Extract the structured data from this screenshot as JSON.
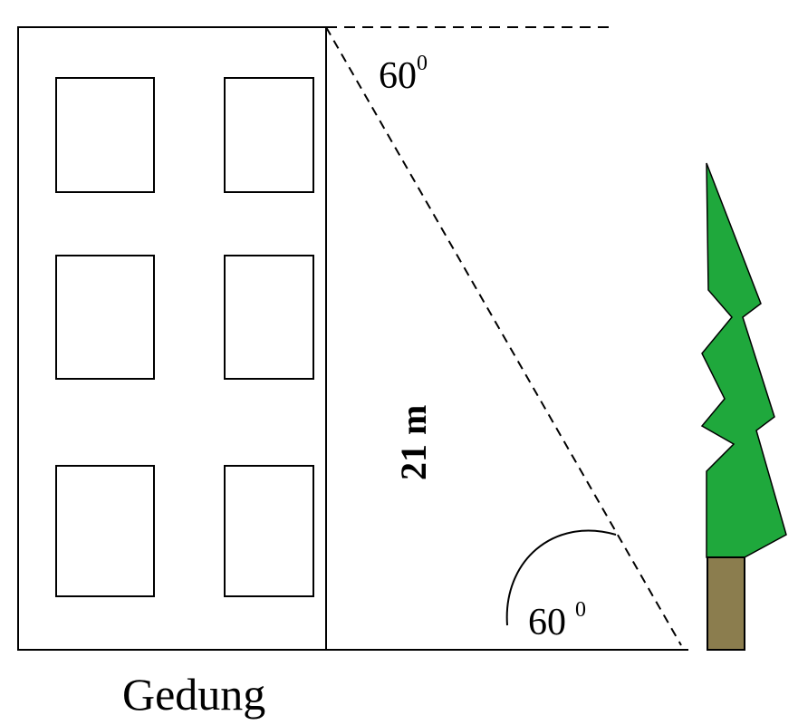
{
  "diagram": {
    "building_label": "Gedung",
    "height_label": "21 m",
    "top_angle": {
      "value": "60",
      "degree": "0"
    },
    "bottom_angle": {
      "value": "60",
      "degree": "0"
    }
  },
  "colors": {
    "tree_foliage": "#1fa83c",
    "tree_trunk": "#8b7d4e",
    "line": "#000000"
  }
}
